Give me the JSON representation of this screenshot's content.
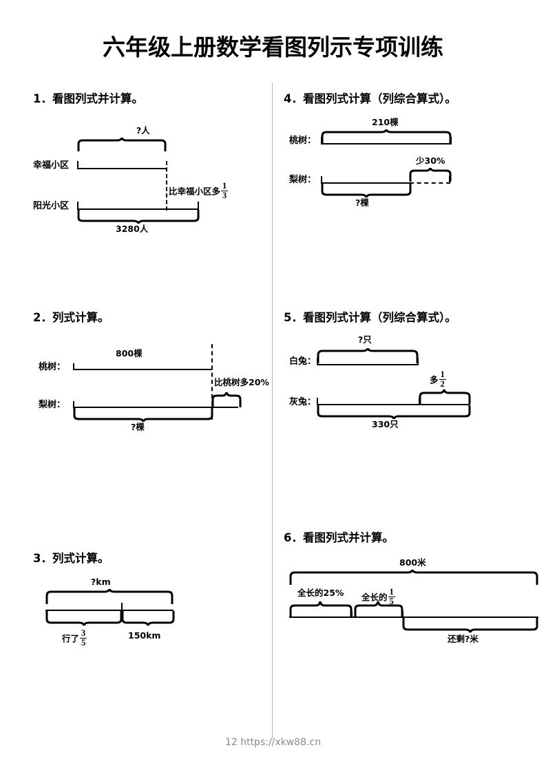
{
  "page": {
    "title": "六年级上册数学看图列示专项训练",
    "footer": "12 https://xkw88.cn"
  },
  "problems": [
    {
      "number": "1",
      "heading": "1．看图列式并计算。",
      "figure": {
        "type": "two-bar-comparison",
        "rows": [
          {
            "label": "幸福小区",
            "top_brace_label": "?人"
          },
          {
            "label": "阳光小区",
            "bottom_brace_label": "3280人"
          }
        ],
        "annotation_text": "比幸福小区多",
        "annotation_fraction": {
          "numerator": "1",
          "denominator": "3"
        }
      }
    },
    {
      "number": "2",
      "heading": "2．列式计算。",
      "figure": {
        "type": "two-bar-comparison",
        "rows": [
          {
            "label": "桃树：",
            "top_label": "800棵"
          },
          {
            "label": "梨树：",
            "bottom_brace_label": "?棵"
          }
        ],
        "annotation_text": "比桃树多20%"
      }
    },
    {
      "number": "3",
      "heading": "3．列式计算。",
      "figure": {
        "type": "single-bar-split",
        "top_brace_label": "?km",
        "segments": [
          {
            "label_prefix": "行了",
            "label_fraction": {
              "numerator": "3",
              "denominator": "5"
            }
          },
          {
            "label": "150km"
          }
        ]
      }
    },
    {
      "number": "4",
      "heading": "4．看图列式计算（列综合算式）。",
      "figure": {
        "type": "two-bar-comparison",
        "rows": [
          {
            "label": "桃树：",
            "top_brace_label": "210棵"
          },
          {
            "label": "梨树：",
            "bottom_brace_label": "?棵",
            "extra_brace_label": "少30%"
          }
        ]
      }
    },
    {
      "number": "5",
      "heading": "5．看图列式计算（列综合算式）。",
      "figure": {
        "type": "two-bar-comparison",
        "rows": [
          {
            "label": "白兔：",
            "top_brace_label": "?只"
          },
          {
            "label": "灰兔：",
            "bottom_brace_label": "330只"
          }
        ],
        "annotation_text": "多",
        "annotation_fraction": {
          "numerator": "1",
          "denominator": "2"
        }
      }
    },
    {
      "number": "6",
      "heading": "6．看图列式并计算。",
      "figure": {
        "type": "single-bar-split",
        "top_brace_label": "800米",
        "segments": [
          {
            "label": "全长的25%"
          },
          {
            "label_prefix": "全长的",
            "label_fraction": {
              "numerator": "1",
              "denominator": "5"
            }
          },
          {
            "label": "还剩?米"
          }
        ]
      }
    }
  ]
}
